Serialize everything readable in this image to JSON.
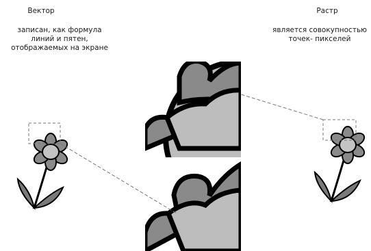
{
  "vector": {
    "title": "Вектор",
    "description": "записан, как формула\nлиний и пятен,\nотображаемых на экране"
  },
  "raster": {
    "title": "Растр",
    "description": "является совокупностью\nточек- пикселей"
  },
  "colors": {
    "outline": "#000000",
    "petal_dark": "#8a8a8a",
    "petal_light": "#bdbdbd",
    "center": "#c4c4c4",
    "leaf": "#7a7a7a",
    "dash": "#777777"
  }
}
